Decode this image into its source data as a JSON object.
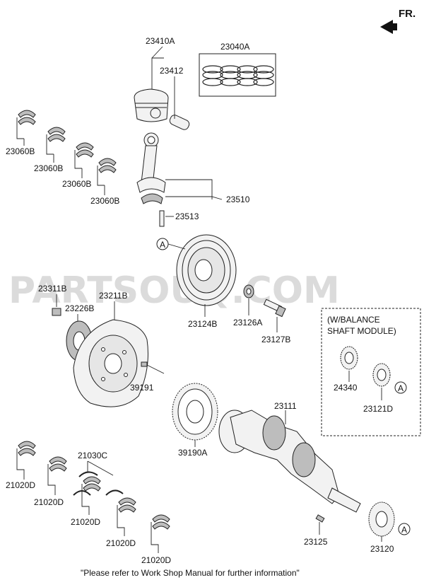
{
  "orientation": {
    "label": "FR."
  },
  "watermark": "PARTSOUQ.COM",
  "note": "\"Please refer to Work Shop Manual for further information\"",
  "balance_module_title": [
    "(W/BALANCE",
    "SHAFT MODULE)"
  ],
  "callout_marker": "A",
  "parts": {
    "piston_assy": "23410A",
    "piston_pin": "23412",
    "piston_ring_set": "23040A",
    "conn_rod_bearing_1": "23060B",
    "conn_rod_bearing_2": "23060B",
    "conn_rod_bearing_3": "23060B",
    "conn_rod_bearing_4": "23060B",
    "conn_rod_assy": "23510",
    "conn_rod_bolt": "23513",
    "damper_pulley": "23124B",
    "pulley_washer": "23126A",
    "pulley_bolt": "23127B",
    "flywheel_bolt": "23311B",
    "flywheel_adapter_plate": "23226B",
    "drive_plate": "23211B",
    "ring_gear_dowel": "39191",
    "reluctor_wheel": "39190A",
    "crankshaft": "23111",
    "crank_key": "23125",
    "crank_sprocket": "23120",
    "balance_gear_1": "24340",
    "balance_gear_2": "23121D",
    "thrust_washer": "21030C",
    "main_bearing_1": "21020D",
    "main_bearing_2": "21020D",
    "main_bearing_3": "21020D",
    "main_bearing_4": "21020D",
    "main_bearing_5": "21020D"
  }
}
